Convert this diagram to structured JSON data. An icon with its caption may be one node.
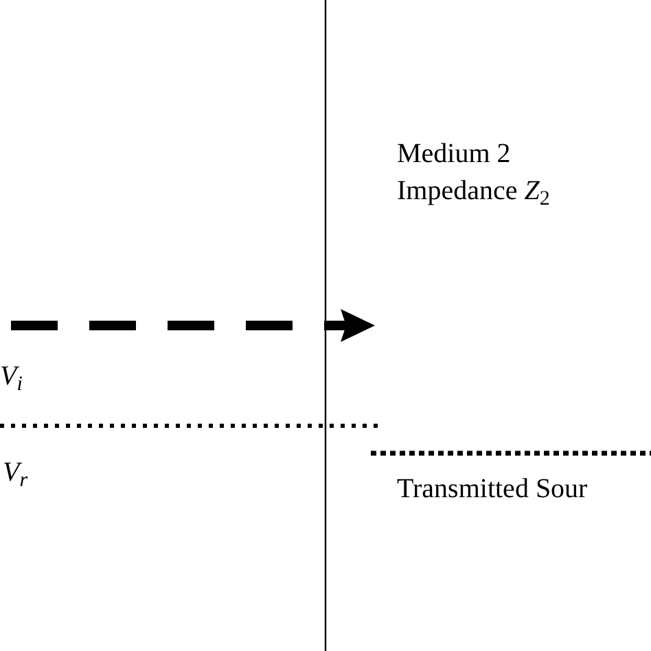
{
  "diagram": {
    "labels": [
      "Medium 2",
      "Impedance *Z*$_{2}$",
      "V$_{i}$",
      "V$_{r}$",
      "Transmitted Sour"
    ]
  }
}
